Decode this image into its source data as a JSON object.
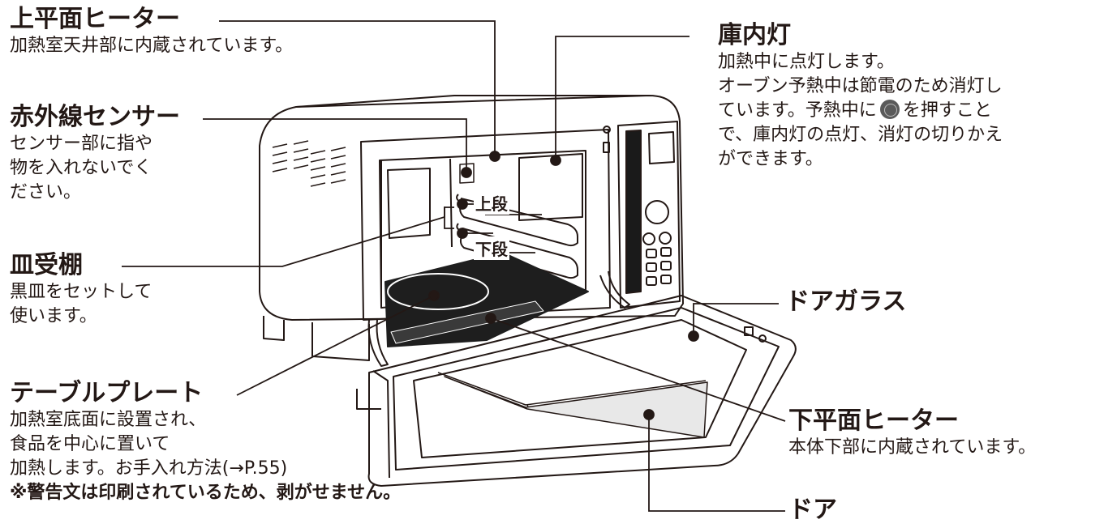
{
  "upper_heater": {
    "title": "上平面ヒーター",
    "desc": "加熱室天井部に内蔵されています。"
  },
  "ir_sensor": {
    "title": "赤外線センサー",
    "desc": [
      "センサー部に指や",
      "物を入れないでく",
      "ださい。"
    ]
  },
  "tray_shelf": {
    "title": "皿受棚",
    "desc": [
      "黒皿をセットして",
      "使います。"
    ]
  },
  "table_plate": {
    "title": "テーブルプレート",
    "desc": [
      "加熱室底面に設置され、",
      "食品を中心に置いて",
      "加熱します。お手入れ方法(→P.55)"
    ],
    "note": "※警告文は印刷されているため、剥がせません。"
  },
  "interior_light": {
    "title": "庫内灯",
    "desc1": "加熱中に点灯します。",
    "desc2": "オーブン予熱中は節電のため消灯し",
    "desc3a": "ています。予熱中に",
    "desc3b": "を押すこと",
    "desc4": "で、庫内灯の点灯、消灯の切りかえ",
    "desc5": "ができます。"
  },
  "door_glass": {
    "title": "ドアガラス"
  },
  "lower_heater": {
    "title": "下平面ヒーター",
    "desc": "本体下部に内蔵されています。"
  },
  "door": {
    "title": "ドア"
  },
  "shelf_upper": "上段",
  "shelf_lower": "下段",
  "colors": {
    "text": "#231815",
    "line": "#231815",
    "panel": "#1a1a1a"
  }
}
